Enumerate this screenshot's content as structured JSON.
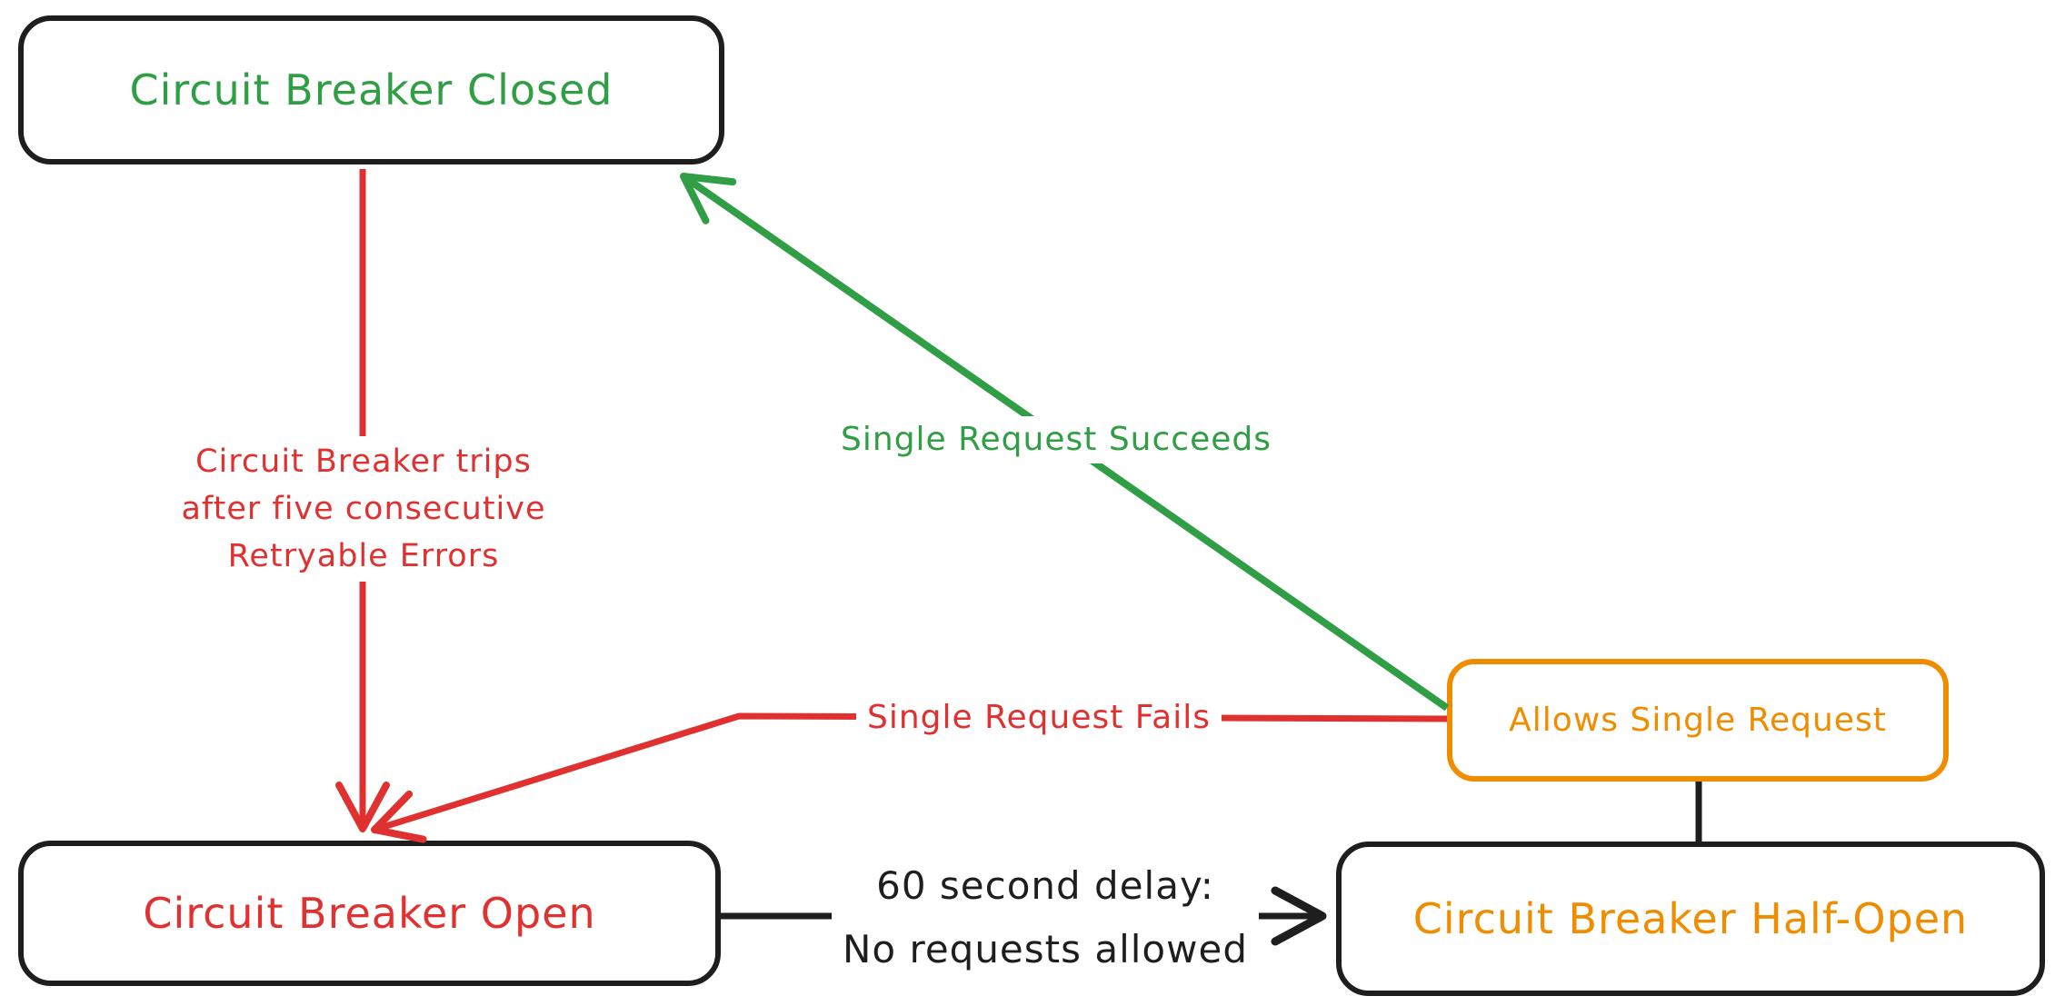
{
  "palette": {
    "green": "#2f9e44",
    "red": "#e03131",
    "orange": "#f08c00",
    "ink": "#1e1e1e",
    "background": "#ffffff"
  },
  "nodes": {
    "closed": {
      "label": "Circuit Breaker Closed"
    },
    "open": {
      "label": "Circuit Breaker Open"
    },
    "half_open": {
      "label": "Circuit Breaker Half-Open"
    },
    "allows": {
      "label": "Allows Single Request"
    }
  },
  "edges": {
    "trip": {
      "from": "closed",
      "to": "open",
      "lines": [
        "Circuit Breaker trips",
        "after five consecutive",
        "Retryable Errors"
      ]
    },
    "succeeds": {
      "from": "allows",
      "to": "closed",
      "label": "Single Request Succeeds"
    },
    "fails": {
      "from": "allows",
      "to": "open",
      "label": "Single Request Fails"
    },
    "delay": {
      "from": "open",
      "to": "half_open",
      "lines": [
        "60 second delay:",
        "No requests allowed"
      ]
    },
    "half_open_to_allows": {
      "from": "half_open",
      "to": "allows",
      "label": ""
    }
  }
}
